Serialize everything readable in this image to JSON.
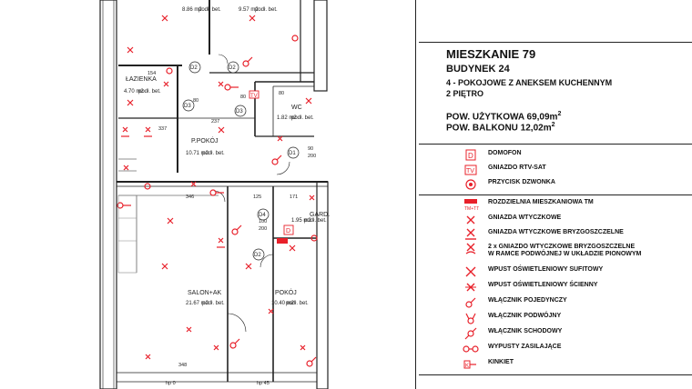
{
  "plan": {
    "rooms": [
      {
        "name": "",
        "area": "8.86 m2",
        "floor": "podł. bet."
      },
      {
        "name": "",
        "area": "9.57 m2",
        "floor": "podł. bet."
      },
      {
        "name": "ŁAZIENKA",
        "area": "4.70 m2",
        "floor": "podł. bet."
      },
      {
        "name": "P.POKÓJ",
        "area": "10.71 m2",
        "floor": "podł. bet."
      },
      {
        "name": "WC",
        "area": "1.82 m2",
        "floor": "podł. bet."
      },
      {
        "name": "GARD.",
        "area": "1.95 m2",
        "floor": "podł. bet."
      },
      {
        "name": "SALON+AK",
        "area": "21.67 m2",
        "floor": "podł. bet."
      },
      {
        "name": "POKÓJ",
        "area": "10.40 m2",
        "floor": "podł. bet."
      }
    ],
    "doors": [
      "D2",
      "D2",
      "D3",
      "D3",
      "D1",
      "D4",
      "D2"
    ],
    "dimensions": [
      "154",
      "337",
      "237",
      "346",
      "125",
      "171",
      "348",
      "90",
      "200",
      "80",
      "80",
      "80",
      "100",
      "200"
    ],
    "heights": [
      "hp 0",
      "hp 45"
    ],
    "symbol_labels": [
      "TV",
      "D"
    ]
  },
  "legend": {
    "title": "MIESZKANIE 79",
    "building": "BUDYNEK 24",
    "type": "4 - POKOJOWE Z ANEKSEM KUCHENNYM",
    "floor": "2 PIĘTRO",
    "usable_area_label": "POW. UŻYTKOWA 69,09m",
    "balcony_area_label": "POW. BALKONU 12,02m",
    "sup": "2",
    "group1": [
      {
        "icon": "intercom-icon",
        "label": "DOMOFON"
      },
      {
        "icon": "tv-socket-icon",
        "label": "GNIAZDO RTV-SAT"
      },
      {
        "icon": "doorbell-button-icon",
        "label": "PRZYCISK DZWONKA"
      }
    ],
    "group2": [
      {
        "icon": "distribution-board-icon",
        "label": "ROZDZIELNIA MIESZKANIOWA TM"
      },
      {
        "icon": "wall-socket-icon",
        "label": "GNIAZDA WTYCZKOWE"
      },
      {
        "icon": "splashproof-socket-icon",
        "label": "GNIAZDA WTYCZKOWE BRYZGOSZCZELNE"
      },
      {
        "icon": "double-splashproof-socket-icon",
        "label": "2 x GNIAZDO WTYCZKOWE BRYZGOSZCZELNE",
        "label2": "W RAMCE PODWÓJNEJ W UKŁADZIE PIONOWYM"
      },
      {
        "icon": "ceiling-light-outlet-icon",
        "label": "WPUST OŚWIETLENIOWY SUFITOWY"
      },
      {
        "icon": "wall-light-outlet-icon",
        "label": "WPUST OŚWIETLENIOWY ŚCIENNY"
      },
      {
        "icon": "single-switch-icon",
        "label": "WŁĄCZNIK POJEDYNCZY"
      },
      {
        "icon": "double-switch-icon",
        "label": "WŁĄCZNIK PODWÓJNY"
      },
      {
        "icon": "staircase-switch-icon",
        "label": "WŁĄCZNIK SCHODOWY"
      },
      {
        "icon": "power-outlet-icon",
        "label": "WYPUSTY ZASILAJĄCE"
      },
      {
        "icon": "wall-lamp-icon",
        "label": "KINKIET"
      }
    ],
    "colors": {
      "symbol": "#e8202a",
      "line": "#222222"
    }
  }
}
